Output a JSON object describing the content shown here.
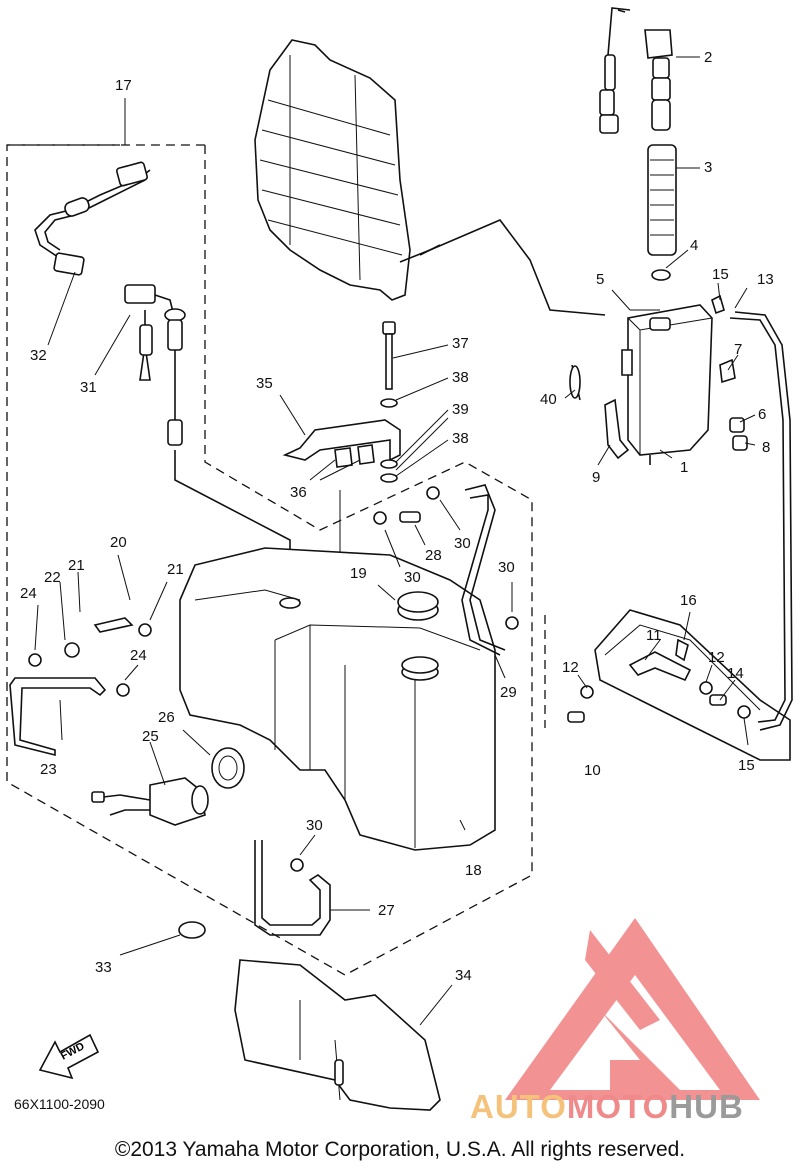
{
  "document_code": "66X1100-2090",
  "copyright": "©2013 Yamaha Motor Corporation, U.S.A. All rights reserved.",
  "fwd_label": "FWD",
  "logo": {
    "part1": "AUTO",
    "part2": "MOTO",
    "part3": "HUB",
    "colors": {
      "auto": "#f4c27a",
      "moto": "#f08a8a",
      "hub": "#9a9a9a",
      "triangle": "#f08080"
    }
  },
  "callouts": [
    {
      "id": "c1",
      "text": "1"
    },
    {
      "id": "c2",
      "text": "2"
    },
    {
      "id": "c3",
      "text": "3"
    },
    {
      "id": "c4",
      "text": "4"
    },
    {
      "id": "c5",
      "text": "5"
    },
    {
      "id": "c6",
      "text": "6"
    },
    {
      "id": "c7",
      "text": "7"
    },
    {
      "id": "c8",
      "text": "8"
    },
    {
      "id": "c9",
      "text": "9"
    },
    {
      "id": "c10",
      "text": "10"
    },
    {
      "id": "c11",
      "text": "11"
    },
    {
      "id": "c12a",
      "text": "12"
    },
    {
      "id": "c12b",
      "text": "12"
    },
    {
      "id": "c13",
      "text": "13"
    },
    {
      "id": "c14",
      "text": "14"
    },
    {
      "id": "c15a",
      "text": "15"
    },
    {
      "id": "c15b",
      "text": "15"
    },
    {
      "id": "c16",
      "text": "16"
    },
    {
      "id": "c17",
      "text": "17"
    },
    {
      "id": "c18",
      "text": "18"
    },
    {
      "id": "c19",
      "text": "19"
    },
    {
      "id": "c20",
      "text": "20"
    },
    {
      "id": "c21a",
      "text": "21"
    },
    {
      "id": "c21b",
      "text": "21"
    },
    {
      "id": "c22",
      "text": "22"
    },
    {
      "id": "c23",
      "text": "23"
    },
    {
      "id": "c24a",
      "text": "24"
    },
    {
      "id": "c24b",
      "text": "24"
    },
    {
      "id": "c25",
      "text": "25"
    },
    {
      "id": "c26",
      "text": "26"
    },
    {
      "id": "c27",
      "text": "27"
    },
    {
      "id": "c28",
      "text": "28"
    },
    {
      "id": "c29",
      "text": "29"
    },
    {
      "id": "c30a",
      "text": "30"
    },
    {
      "id": "c30b",
      "text": "30"
    },
    {
      "id": "c30c",
      "text": "30"
    },
    {
      "id": "c30d",
      "text": "30"
    },
    {
      "id": "c31",
      "text": "31"
    },
    {
      "id": "c32",
      "text": "32"
    },
    {
      "id": "c33",
      "text": "33"
    },
    {
      "id": "c34",
      "text": "34"
    },
    {
      "id": "c35",
      "text": "35"
    },
    {
      "id": "c36",
      "text": "36"
    },
    {
      "id": "c37",
      "text": "37"
    },
    {
      "id": "c38a",
      "text": "38"
    },
    {
      "id": "c38b",
      "text": "38"
    },
    {
      "id": "c39",
      "text": "39"
    },
    {
      "id": "c40",
      "text": "40"
    }
  ]
}
